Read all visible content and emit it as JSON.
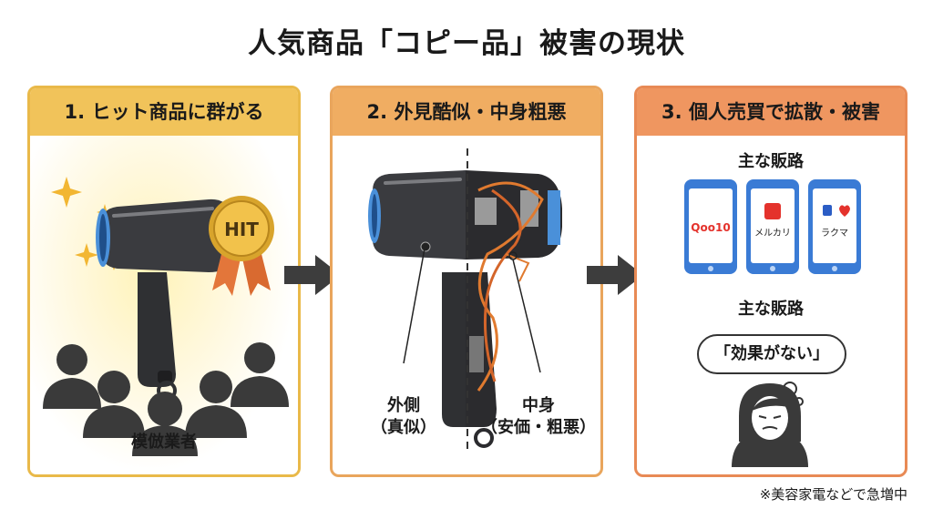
{
  "title": "人気商品「コピー品」被害の現状",
  "panels": [
    {
      "header": "1. ヒット商品に群がる",
      "badge": "HIT",
      "caption": "模倣業者"
    },
    {
      "header": "2. 外見酷似・中身粗悪",
      "left_caption_1": "外側",
      "left_caption_2": "（真似）",
      "right_caption_1": "中身",
      "right_caption_2": "（安価・粗悪）"
    },
    {
      "header": "3. 個人売買で拡散・被害",
      "label_top": "主な販路",
      "apps": [
        "Qoo10",
        "メルカリ",
        "ラクマ"
      ],
      "label_bottom": "主な販路",
      "quote": "「効果がない」"
    }
  ],
  "note": "※美容家電などで急増中",
  "colors": {
    "panel1": "#f1c35a",
    "panel2": "#f0ad62",
    "panel3": "#ef9660",
    "phone": "#3a7bd5",
    "dark": "#3a3a3a"
  }
}
